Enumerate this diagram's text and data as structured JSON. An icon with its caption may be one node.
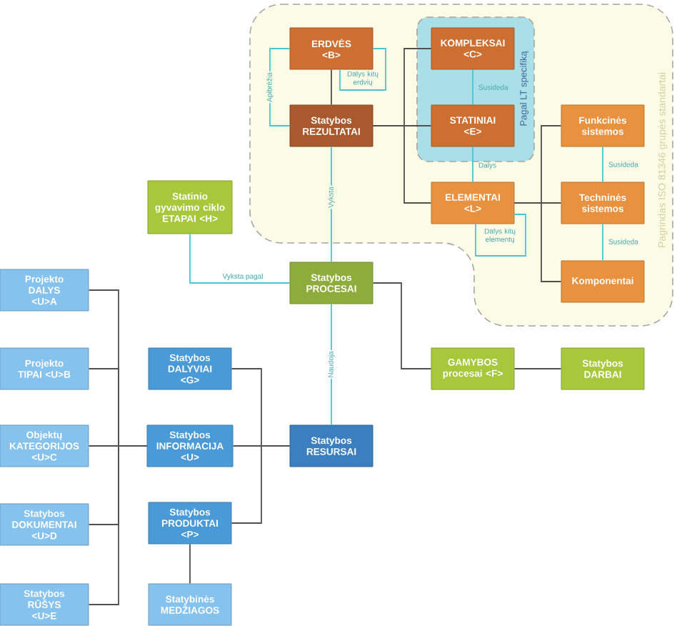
{
  "diagram": {
    "nodes": [
      {
        "text": [
          "Pagrindas ISO 81346 grupės standartai"
        ]
      },
      {
        "text": [
          "Pagal LT specifiką"
        ],
        "in": 0
      },
      {
        "text": [
          "ERDVĖS <B>"
        ],
        "in": 0
      },
      {
        "text": [
          "KOMPLEKSAI <C>"
        ],
        "in": 1
      },
      {
        "text": [
          "Statybos REZULTATAI"
        ],
        "in": 0
      },
      {
        "text": [
          "STATINIAI <E>"
        ],
        "in": 1
      },
      {
        "text": [
          "Funkcinės sistemos"
        ],
        "in": 0
      },
      {
        "text": [
          "Statinio gyvavimo ciklo ETAPAI <H>"
        ]
      },
      {
        "text": [
          "ELEMENTAI <L>"
        ],
        "in": 0
      },
      {
        "text": [
          "Techninės sistemos"
        ],
        "in": 0
      },
      {
        "text": [
          "Statybos PROCESAI"
        ]
      },
      {
        "text": [
          "Komponentai"
        ],
        "in": 0
      },
      {
        "text": [
          "Projekto DALYS <U>A"
        ]
      },
      {
        "text": [
          "Projekto TIPAI <U>B"
        ]
      },
      {
        "text": [
          "Statybos DALYVIAI <G>"
        ]
      },
      {
        "text": [
          "GAMYBOS procesai <F>"
        ]
      },
      {
        "text": [
          "Statybos DARBAI"
        ]
      },
      {
        "text": [
          "Objektų KATEGORIJOS <U>C"
        ]
      },
      {
        "text": [
          "Statybos INFORMACIJA <U>"
        ]
      },
      {
        "text": [
          "Statybos RESURSAI"
        ]
      },
      {
        "text": [
          "Statybos DOKUMENTAI <U>D"
        ]
      },
      {
        "text": [
          "Statybos PRODUKTAI <P>"
        ]
      },
      {
        "text": [
          "Statybos RŪŠYS <U>E"
        ]
      },
      {
        "text": [
          "Statybinės MEDŽIAGOS"
        ]
      }
    ],
    "edges": [
      {
        "from": 2,
        "to": 4,
        "arrow": "none"
      },
      {
        "from": 2,
        "to": 4,
        "arrow": "none",
        "label": "Apibrėžia",
        "color": "#4cc3cf"
      },
      {
        "from": 2,
        "to": 2,
        "arrow": "none",
        "label": "Dalys kitų erdvių",
        "color": "#4cc3cf"
      },
      {
        "from": 4,
        "to": 5,
        "arrow": "none"
      },
      {
        "from": 4,
        "to": 3,
        "arrow": "none"
      },
      {
        "from": 4,
        "to": 8,
        "arrow": "none"
      },
      {
        "from": 3,
        "to": 5,
        "arrow": "none",
        "label": "Susideda",
        "color": "#4cc3cf"
      },
      {
        "from": 5,
        "to": 8,
        "arrow": "none",
        "label": "Dalys",
        "color": "#4cc3cf"
      },
      {
        "from": 8,
        "to": 6,
        "arrow": "none"
      },
      {
        "from": 8,
        "to": 9,
        "arrow": "none"
      },
      {
        "from": 8,
        "to": 11,
        "arrow": "none"
      },
      {
        "from": 6,
        "to": 9,
        "arrow": "none",
        "label": "Susideda",
        "color": "#4cc3cf"
      },
      {
        "from": 9,
        "to": 11,
        "arrow": "none",
        "label": "Susideda",
        "color": "#4cc3cf"
      },
      {
        "from": 8,
        "to": 8,
        "arrow": "none",
        "label": "Dalys kitų elementų",
        "color": "#4cc3cf"
      },
      {
        "from": 4,
        "to": 10,
        "arrow": "none",
        "label": "Vyksta",
        "color": "#4cc3cf"
      },
      {
        "from": 7,
        "to": 10,
        "arrow": "none",
        "label": "Vyksta pagal",
        "color": "#4cc3cf"
      },
      {
        "from": 10,
        "to": 15,
        "arrow": "none"
      },
      {
        "from": 15,
        "to": 16,
        "arrow": "none"
      },
      {
        "from": 10,
        "to": 19,
        "arrow": "none",
        "label": "Naudoja",
        "color": "#4cc3cf"
      },
      {
        "from": 12,
        "to": 18,
        "arrow": "none"
      },
      {
        "from": 13,
        "to": 18,
        "arrow": "none"
      },
      {
        "from": 17,
        "to": 18,
        "arrow": "none"
      },
      {
        "from": 20,
        "to": 18,
        "arrow": "none"
      },
      {
        "from": 22,
        "to": 18,
        "arrow": "none"
      },
      {
        "from": 14,
        "to": 19,
        "arrow": "none"
      },
      {
        "from": 18,
        "to": 19,
        "arrow": "none"
      },
      {
        "from": 21,
        "to": 19,
        "arrow": "none"
      },
      {
        "from": 21,
        "to": 23,
        "arrow": "none"
      }
    ]
  }
}
